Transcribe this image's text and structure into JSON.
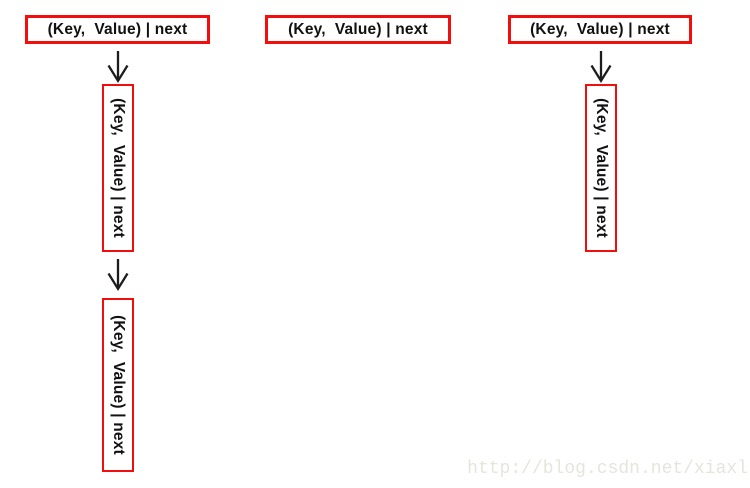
{
  "diagram": {
    "box_label": "(Key,  Value) | next",
    "buckets": [
      {
        "id": "bucket-1",
        "chain_length": 2
      },
      {
        "id": "bucket-2",
        "chain_length": 0
      },
      {
        "id": "bucket-3",
        "chain_length": 1
      }
    ]
  },
  "watermark": {
    "text": "http://blog.csdn.net/xiaxl"
  },
  "colors": {
    "background": "#ffffff",
    "node_border": "#f30e0e",
    "node_text": "#111111",
    "arrow": "#1c1c1c",
    "watermark": "#e5e5de"
  }
}
